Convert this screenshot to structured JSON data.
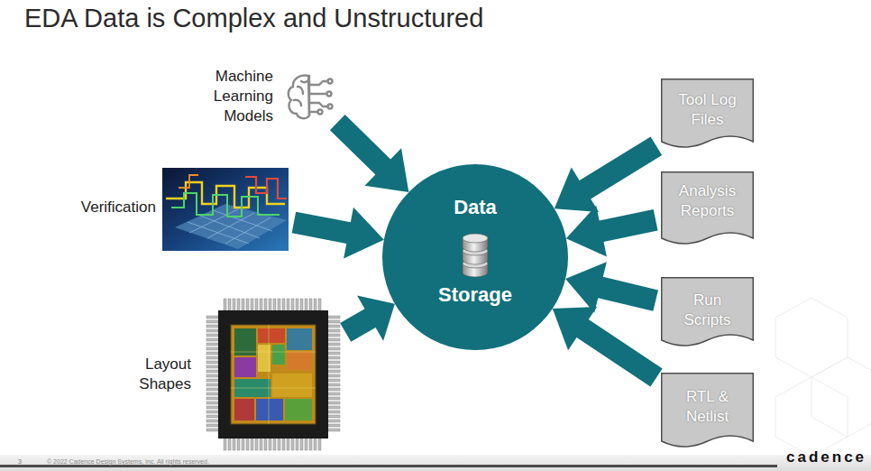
{
  "diagram": {
    "title": "EDA Data is Complex and Unstructured",
    "nodes": [
      {
        "text": [
          "Machine Learning Models"
        ]
      },
      {
        "text": [
          "Verification"
        ]
      },
      {
        "text": [
          "Layout Shapes"
        ]
      },
      {
        "text": [
          "Data",
          "Storage"
        ]
      },
      {
        "text": [
          "Tool Log Files"
        ]
      },
      {
        "text": [
          "Analysis Reports"
        ]
      },
      {
        "text": [
          "Run Scripts"
        ]
      },
      {
        "text": [
          "RTL & Netlist"
        ]
      }
    ],
    "edges": [
      {
        "from": 0,
        "to": 3,
        "arrow": "to"
      },
      {
        "from": 1,
        "to": 3,
        "arrow": "to"
      },
      {
        "from": 2,
        "to": 3,
        "arrow": "to"
      },
      {
        "from": 4,
        "to": 3,
        "arrow": "to"
      },
      {
        "from": 5,
        "to": 3,
        "arrow": "to"
      },
      {
        "from": 6,
        "to": 3,
        "arrow": "to"
      },
      {
        "from": 7,
        "to": 3,
        "arrow": "to"
      }
    ],
    "labels": [
      "3",
      "© 2022 Cadence Design Systems, Inc. All rights reserved.",
      "cadence"
    ]
  }
}
